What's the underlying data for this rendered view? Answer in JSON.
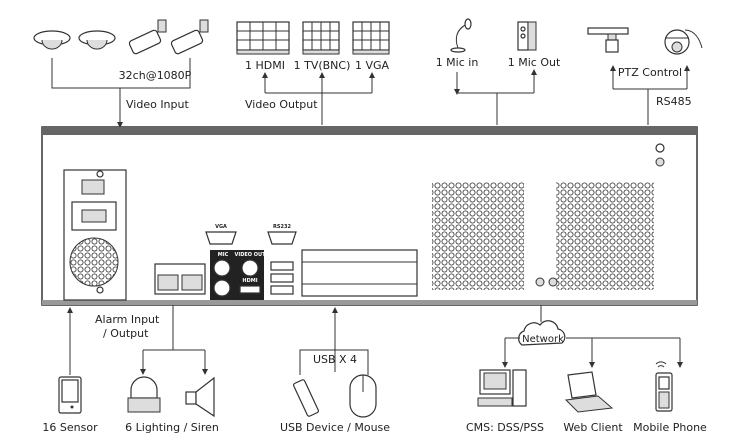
{
  "top": {
    "cameras_label": "32ch@1080P",
    "video_input_label": "Video Input",
    "outputs": [
      "1 HDMI",
      "1 TV(BNC)",
      "1 VGA"
    ],
    "video_output_label": "Video Output",
    "audio": [
      "1 Mic in",
      "1 Mic Out"
    ],
    "ptz_label": "PTZ Control",
    "rs485_label": "RS485"
  },
  "panel": {
    "vga_port": "VGA",
    "rs232_port": "RS232",
    "mic_port": "MIC",
    "video_out_port": "VIDEO OUT",
    "hdmi_port": "HDMI"
  },
  "bottom": {
    "alarm_label_1": "Alarm Input",
    "alarm_label_2": "/ Output",
    "usb_label": "USB X 4",
    "network_label": "Network",
    "devices": [
      "16 Sensor",
      "6 Lighting / Siren",
      "USB Device / Mouse",
      "CMS: DSS/PSS",
      "Web Client",
      "Mobile Phone"
    ]
  }
}
